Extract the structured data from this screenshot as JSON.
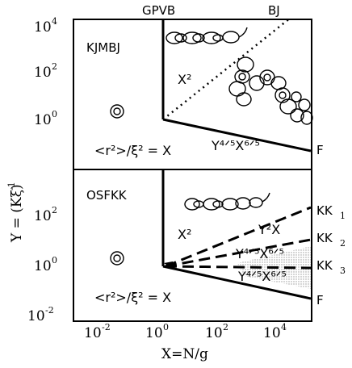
{
  "top_labels": {
    "gpvb": "GPVB",
    "bj": "BJ"
  },
  "x_axis": {
    "label": "X=N/g",
    "ticks": [
      {
        "base": "10",
        "exp": "-2"
      },
      {
        "base": "10",
        "exp": "0"
      },
      {
        "base": "10",
        "exp": "2"
      },
      {
        "base": "10",
        "exp": "4"
      }
    ]
  },
  "y_axis": {
    "label": "Y = (Kξ)",
    "label_exp": "-1",
    "top_ticks": [
      {
        "base": "10",
        "exp": "4"
      },
      {
        "base": "10",
        "exp": "2"
      },
      {
        "base": "10",
        "exp": "0"
      }
    ],
    "bottom_ticks": [
      {
        "base": "10",
        "exp": "2"
      },
      {
        "base": "10",
        "exp": "0"
      },
      {
        "base": "10",
        "exp": "-2"
      }
    ]
  },
  "top_panel": {
    "title": "KJMBJ",
    "region_x2": "X²",
    "region_y45": "Y⁴ᐟ⁵X⁶ᐟ⁵",
    "relation": "<r²>/ξ² = X",
    "f_label": "F"
  },
  "bottom_panel": {
    "title": "OSFKK",
    "region_x2": "X²",
    "region_y2x": "Y²X",
    "region_y45a": "Y⁴ᐟ⁵X⁶ᐟ⁵",
    "region_y45b": "Y⁴ᐟ⁵X⁶ᐟ⁵",
    "relation": "<r²>/ξ² = X",
    "f_label": "F",
    "kk_labels": [
      {
        "text": "KK",
        "sub": "1"
      },
      {
        "text": "KK",
        "sub": "2"
      },
      {
        "text": "KK",
        "sub": "3"
      }
    ]
  }
}
